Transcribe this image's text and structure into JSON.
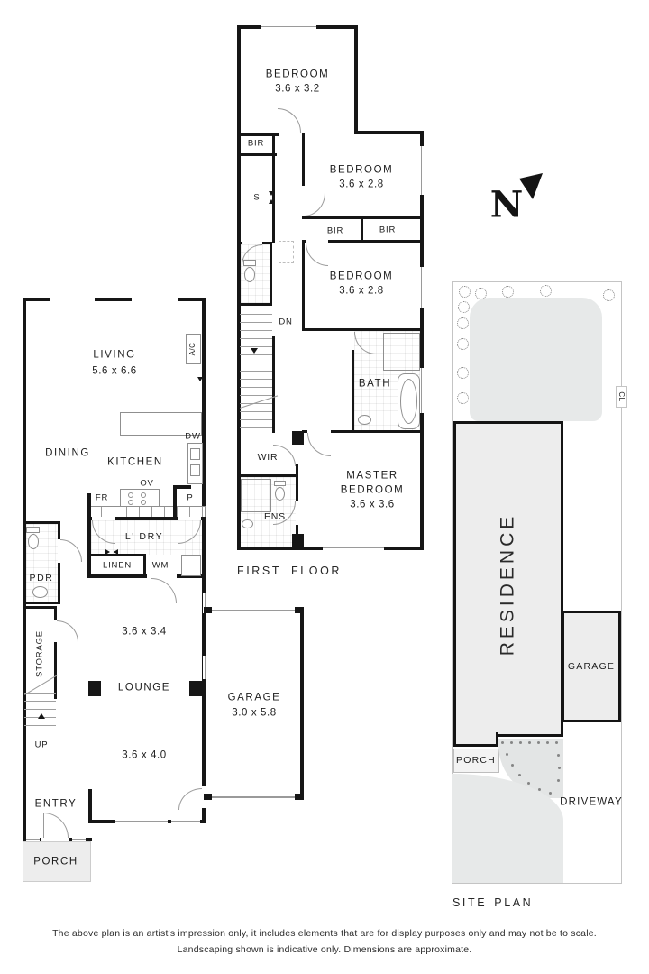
{
  "first_floor": {
    "caption": "FIRST  FLOOR",
    "bedroom1_name": "BEDROOM",
    "bedroom1_dims": "3.6 x 3.2",
    "bedroom2_name": "BEDROOM",
    "bedroom2_dims": "3.6 x 2.8",
    "bedroom3_name": "BEDROOM",
    "bedroom3_dims": "3.6 x 2.8",
    "master_line1": "MASTER",
    "master_line2": "BEDROOM",
    "master_dims": "3.6 x 3.6",
    "bath": "BATH",
    "wir": "WIR",
    "ens": "ENS",
    "bir_a": "BIR",
    "bir_b": "BIR",
    "bir_c": "BIR",
    "stair_s": "S",
    "dn": "DN"
  },
  "ground_floor": {
    "living_name": "LIVING",
    "living_dims": "5.6 x 6.6",
    "dining": "DINING",
    "kitchen": "KITCHEN",
    "lounge": "LOUNGE",
    "lounge_dims_a": "3.6 x 3.4",
    "lounge_dims_b": "3.6 x 4.0",
    "garage_name": "GARAGE",
    "garage_dims": "3.0 x 5.8",
    "laundry": "L' DRY",
    "linen": "LINEN",
    "wm": "WM",
    "pdr": "PDR",
    "storage": "STORAGE",
    "entry": "ENTRY",
    "porch": "PORCH",
    "up": "UP",
    "ac": "A/C",
    "dw": "DW",
    "ov": "OV",
    "fr": "FR",
    "pantry": "P"
  },
  "site_plan": {
    "caption": "SITE PLAN",
    "residence": "RESIDENCE",
    "garage": "GARAGE",
    "porch": "PORCH",
    "driveway": "DRIVEWAY",
    "cl": "CL"
  },
  "compass": {
    "north": "N"
  },
  "disclaimer": {
    "line1": "The above plan is an artist's impression only, it includes elements that are for display purposes only and may not be to scale.",
    "line2": "Landscaping shown is indicative only. Dimensions are approximate."
  },
  "colors": {
    "wall": "#161616",
    "thin_line": "#9a9a9a",
    "site_fill": "#e7e9e9",
    "residence_fill": "#ededed",
    "text": "#1c1c1c"
  }
}
